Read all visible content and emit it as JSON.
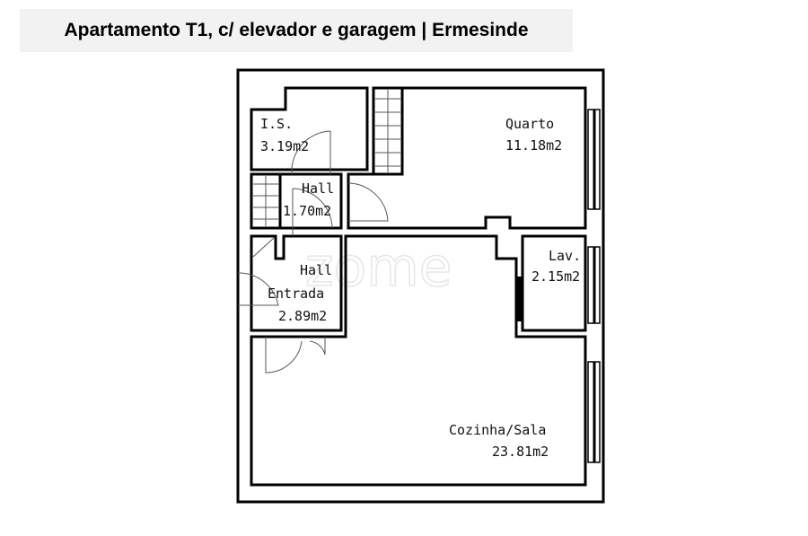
{
  "title": "Apartamento T1, c/ elevador e garagem | Ermesinde",
  "watermark": "zome",
  "rooms": [
    {
      "name": "I.S.",
      "area": "3.19m2"
    },
    {
      "name": "Quarto",
      "area": "11.18m2"
    },
    {
      "name": "Hall",
      "area": "1.70m2"
    },
    {
      "name": "Hall Entrada",
      "area": "2.89m2"
    },
    {
      "name": "Lav.",
      "area": "2.15m2"
    },
    {
      "name": "Cozinha/Sala",
      "area": "23.81m2"
    }
  ]
}
